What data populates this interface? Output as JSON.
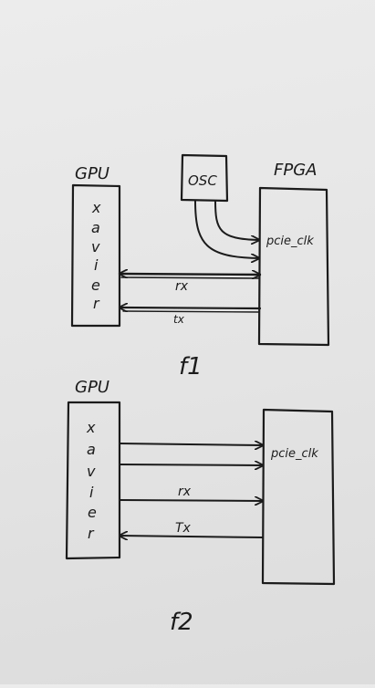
{
  "figure1": {
    "gpu_label": "GPU",
    "fpga_label": "FPGA",
    "gpu_chars": [
      "x",
      "a",
      "v",
      "i",
      "e",
      "r"
    ],
    "osc_label": "OSC",
    "clk_label": "pcie_clk",
    "rx_label": "rx",
    "tx_label": "tx",
    "caption": "f1"
  },
  "figure2": {
    "gpu_label": "GPU",
    "gpu_chars": [
      "x",
      "a",
      "v",
      "i",
      "e",
      "r"
    ],
    "clk_label": "pcie_clk",
    "rx_label": "rx",
    "tx_label": "Tx",
    "caption": "f2"
  }
}
